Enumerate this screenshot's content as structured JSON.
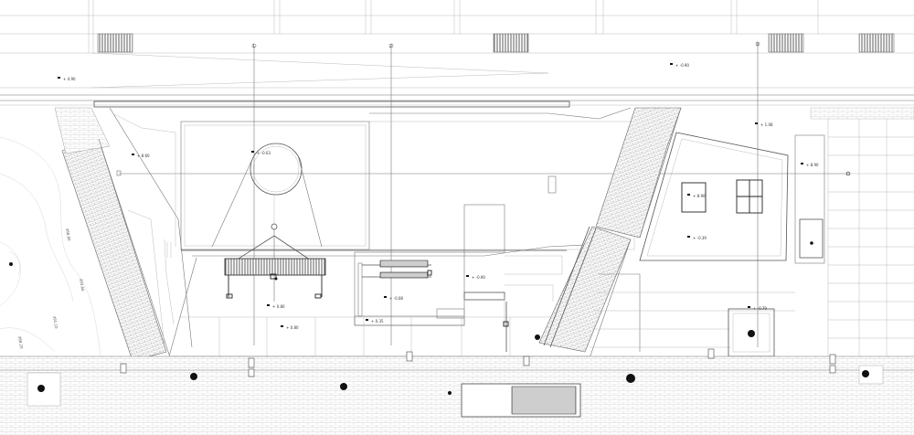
{
  "colors": {
    "background": "#ffffff",
    "linework": "#777777",
    "accent": "#111111"
  },
  "axes": [
    "1",
    "2",
    "3",
    "D"
  ],
  "levels": [
    {
      "id": "lv-top-left",
      "text": "+ 4.90"
    },
    {
      "id": "lv-top-right",
      "text": "+ -0.90"
    },
    {
      "id": "lv-left-terrace",
      "text": "+ 8.60"
    },
    {
      "id": "lv-circle",
      "text": "+ -0.03"
    },
    {
      "id": "lv-right-top",
      "text": "+ 1.08"
    },
    {
      "id": "lv-right-edge",
      "text": "+ 8.90"
    },
    {
      "id": "lv-table-a",
      "text": "+ 8.90"
    },
    {
      "id": "lv-right-mid",
      "text": "+ -0.39"
    },
    {
      "id": "lv-bench",
      "text": "+ 0.80"
    },
    {
      "id": "lv-bench-low",
      "text": "+ 0.80"
    },
    {
      "id": "lv-center-a",
      "text": "+ -0.08"
    },
    {
      "id": "lv-center-step",
      "text": "+ 0.35"
    },
    {
      "id": "lv-center-b",
      "text": "+ -0.90"
    },
    {
      "id": "lv-bottom-right",
      "text": "+ -0.79"
    }
  ],
  "slope_labels": [
    {
      "id": "slope-a",
      "text": "388.80"
    },
    {
      "id": "slope-b",
      "text": "393.66"
    },
    {
      "id": "slope-c",
      "text": "391.10"
    },
    {
      "id": "slope-d",
      "text": "388.20"
    }
  ]
}
